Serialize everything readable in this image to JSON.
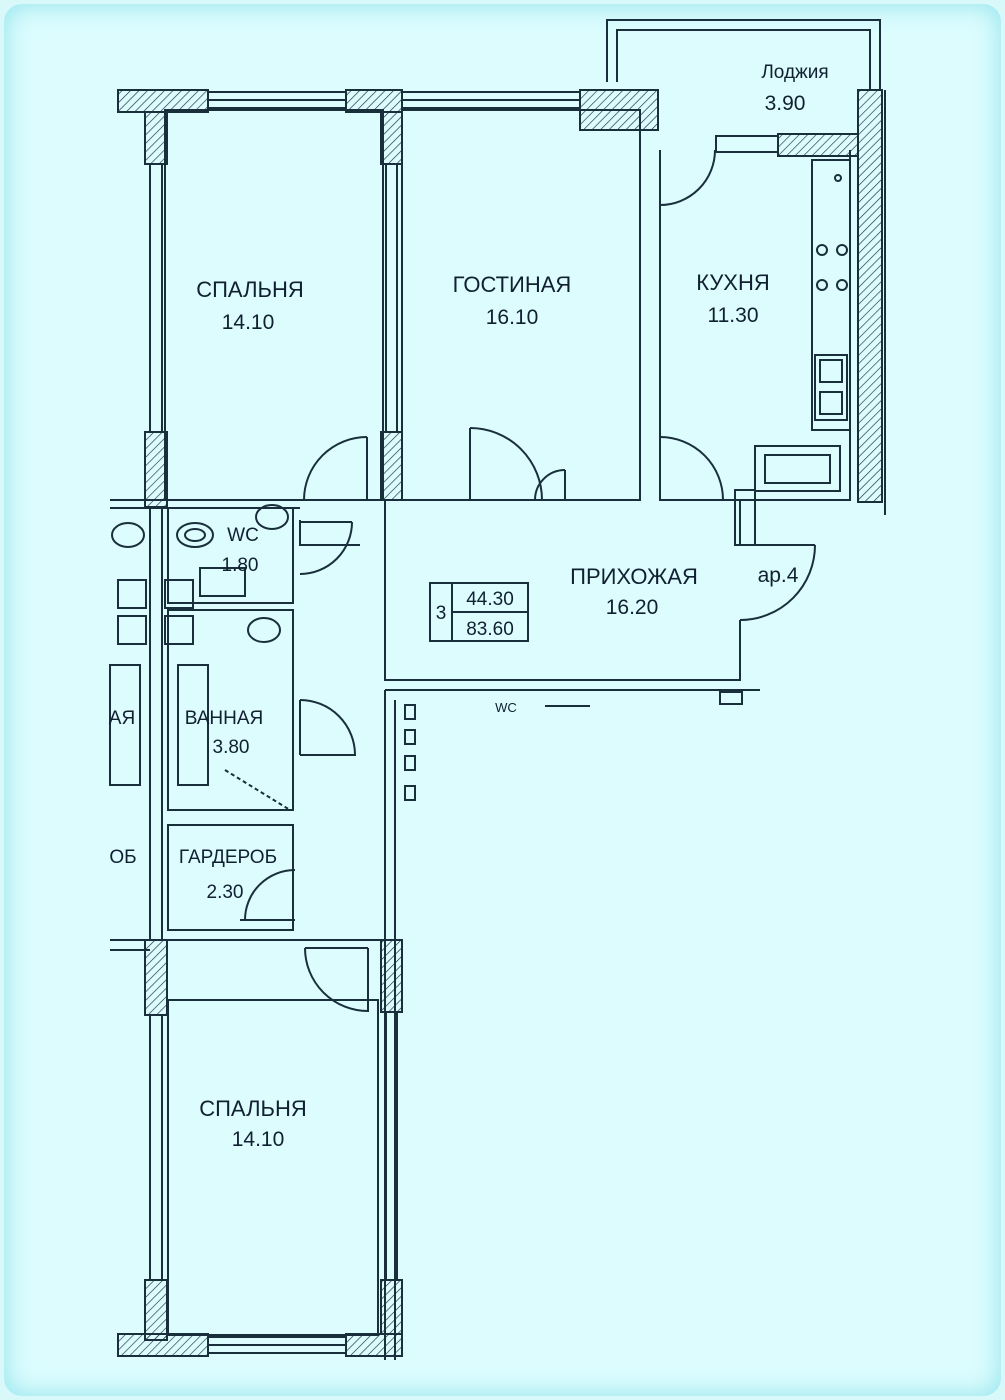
{
  "rooms": {
    "loggia": {
      "name": "Лоджия",
      "area": "3.90"
    },
    "bedroom_top": {
      "name": "СПАЛЬНЯ",
      "area": "14.10"
    },
    "living": {
      "name": "ГОСТИНАЯ",
      "area": "16.10"
    },
    "kitchen": {
      "name": "КУХНЯ",
      "area": "11.30"
    },
    "wc": {
      "name": "WC",
      "area": "1.80"
    },
    "hall": {
      "name": "ПРИХОЖАЯ",
      "area": "16.20"
    },
    "bath": {
      "name": "ВАННАЯ",
      "area": "3.80"
    },
    "wardrobe": {
      "name": "ГАРДЕРОБ",
      "area": "2.30"
    },
    "bedroom_bottom": {
      "name": "СПАЛЬНЯ",
      "area": "14.10"
    }
  },
  "apartment": {
    "label": "ар.4",
    "rooms_count": "3",
    "living_area": "44.30",
    "total_area": "83.60"
  },
  "neighbor_fragments": {
    "left_bath": "АЯ",
    "left_wardrobe": "ОБ",
    "hall_marker": "WC"
  },
  "colors": {
    "line": "#1a2f3c",
    "background": "#dcfcfe",
    "hatch": "#1a2f3c"
  }
}
